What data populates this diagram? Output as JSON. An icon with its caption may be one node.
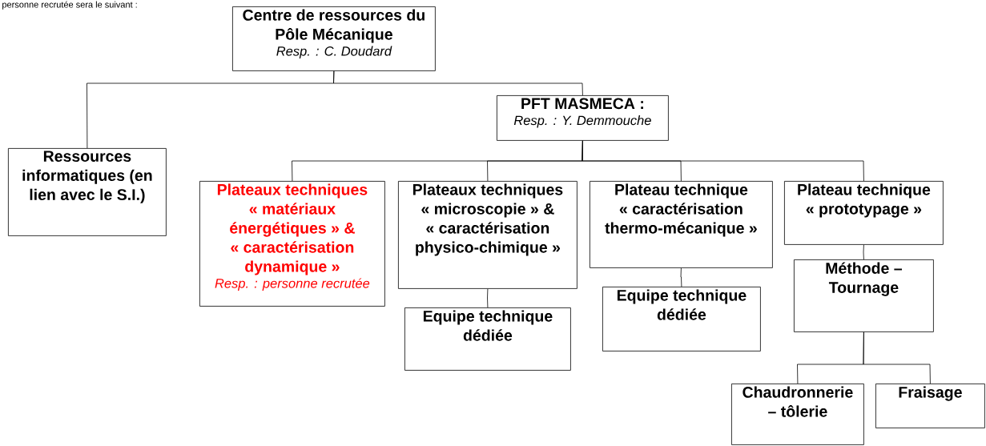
{
  "diagram": {
    "nodes": [
      {
        "text": [
          "Centre de ressources du Pôle Mécanique",
          "Resp. : C. Doudard"
        ]
      },
      {
        "text": [
          "Ressources informatiques (en lien avec le S.I.)"
        ]
      },
      {
        "text": [
          "PFT MASMECA :",
          "Resp. : Y. Demmouche"
        ]
      },
      {
        "text": [
          "Plateaux techniques « matériaux énergétiques » & « caractérisation dynamique »",
          "Resp. : personne recrutée"
        ]
      },
      {
        "text": [
          "Plateaux techniques « microscopie » & « caractérisation physico-chimique »"
        ]
      },
      {
        "text": [
          "Equipe technique dédiée"
        ]
      },
      {
        "text": [
          "Plateau technique « caractérisation thermo-mécanique »"
        ]
      },
      {
        "text": [
          "Equipe technique dédiée"
        ]
      },
      {
        "text": [
          "Plateau technique « prototypage »"
        ]
      },
      {
        "text": [
          "Méthode – Tournage"
        ]
      },
      {
        "text": [
          "Chaudronnerie – tôlerie"
        ]
      },
      {
        "text": [
          "Fraisage"
        ]
      }
    ],
    "edges": [
      {
        "from": 0,
        "to": 1,
        "arrow": "none"
      },
      {
        "from": 0,
        "to": 2,
        "arrow": "none"
      },
      {
        "from": 2,
        "to": 3,
        "arrow": "none"
      },
      {
        "from": 2,
        "to": 4,
        "arrow": "none"
      },
      {
        "from": 2,
        "to": 6,
        "arrow": "none"
      },
      {
        "from": 2,
        "to": 8,
        "arrow": "none"
      },
      {
        "from": 4,
        "to": 5,
        "arrow": "none"
      },
      {
        "from": 6,
        "to": 7,
        "arrow": "none"
      },
      {
        "from": 8,
        "to": 9,
        "arrow": "none"
      },
      {
        "from": 9,
        "to": 10,
        "arrow": "none"
      },
      {
        "from": 9,
        "to": 11,
        "arrow": "none"
      }
    ],
    "labels": [
      "personne recrutée sera le suivant :"
    ]
  }
}
